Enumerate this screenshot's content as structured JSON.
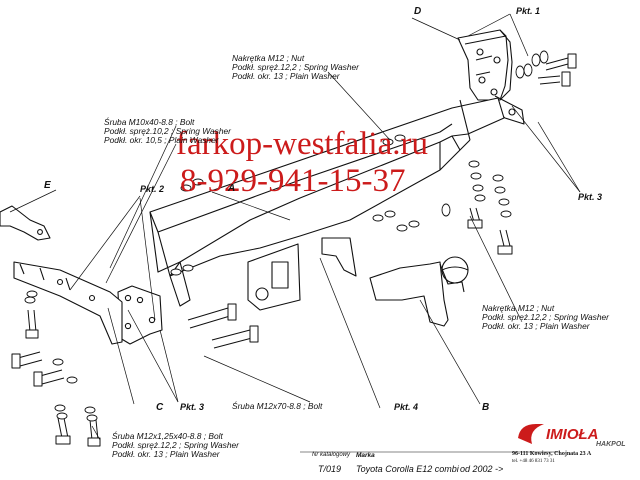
{
  "labels": {
    "nut_top": [
      "Nakrętka  M12 ; Nut",
      "Podkł. spręż.12,2 ; Spring Washer",
      "Podkł. okr. 13 ; Plain Washer"
    ],
    "bolt_left": [
      "Śruba M10x40-8.8 ;  Bolt",
      "Podkł. spręż.10,2 ; Spring Washer",
      "Podkł. okr. 10,5 ; Plain Washer"
    ],
    "nut_right": [
      "Nakrętka  M12 ; Nut",
      "Podkł. spręż.12,2 ; Spring Washer",
      "Podkł. okr. 13 ; Plain Washer"
    ],
    "bolt_m12x70": "Śruba M12x70-8.8 ;  Bolt",
    "bolt_bottom": [
      "Śruba M12x1,25x40-8.8 ;  Bolt",
      "Podkł. spręż.12,2 ; Spring Washer",
      "Podkł. okr. 13 ; Plain Washer"
    ]
  },
  "points": {
    "pkt1": "Pkt. 1",
    "pkt2": "Pkt. 2",
    "pkt3_right": "Pkt. 3",
    "pkt3_bottom": "Pkt. 3",
    "pkt4": "Pkt. 4"
  },
  "letters": {
    "a": "A",
    "b": "B",
    "c": "C",
    "d": "D",
    "e": "E"
  },
  "watermark": {
    "site": "farkop-westfalia.ru",
    "phone": "8-929-941-15-37",
    "color": "#cc1b1b"
  },
  "footer": {
    "catalog_caption": "Nr katalogowy",
    "catalog_number": "T/019",
    "brand_caption": "Marka",
    "vehicle": "Toyota Corolla E12 combi",
    "year": "od  2002 ->"
  },
  "company": {
    "name": "IMIOŁA",
    "sub": "HAKPOL",
    "address": "96-111 Kowiesy, Chojnata 23 A",
    "phone": "tel. +48 46 831 73 31"
  }
}
